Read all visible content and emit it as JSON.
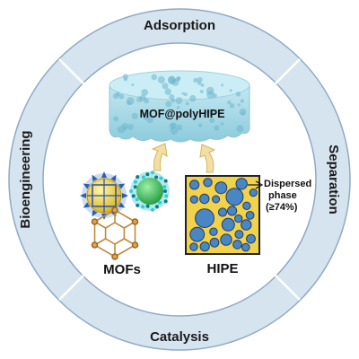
{
  "ring": {
    "top_label": "Adsorption",
    "right_label": "Separation",
    "bottom_label": "Catalysis",
    "left_label": "Bioengineering",
    "fill_color": "#d6e4f0",
    "stroke_color": "#8faac4"
  },
  "center": {
    "composite_label": "MOF@polyHIPE",
    "mofs_label": "MOFs",
    "hipe_label": "HIPE",
    "dispersed_line1": "Dispersed",
    "dispersed_line2": "phase",
    "dispersed_line3": "(≥74%)",
    "foam_color": "#a6d8e6",
    "droplet_color": "#4a86c4",
    "hipe_bg_color": "#f2d24a",
    "arrow_color": "#f3dfa6"
  }
}
